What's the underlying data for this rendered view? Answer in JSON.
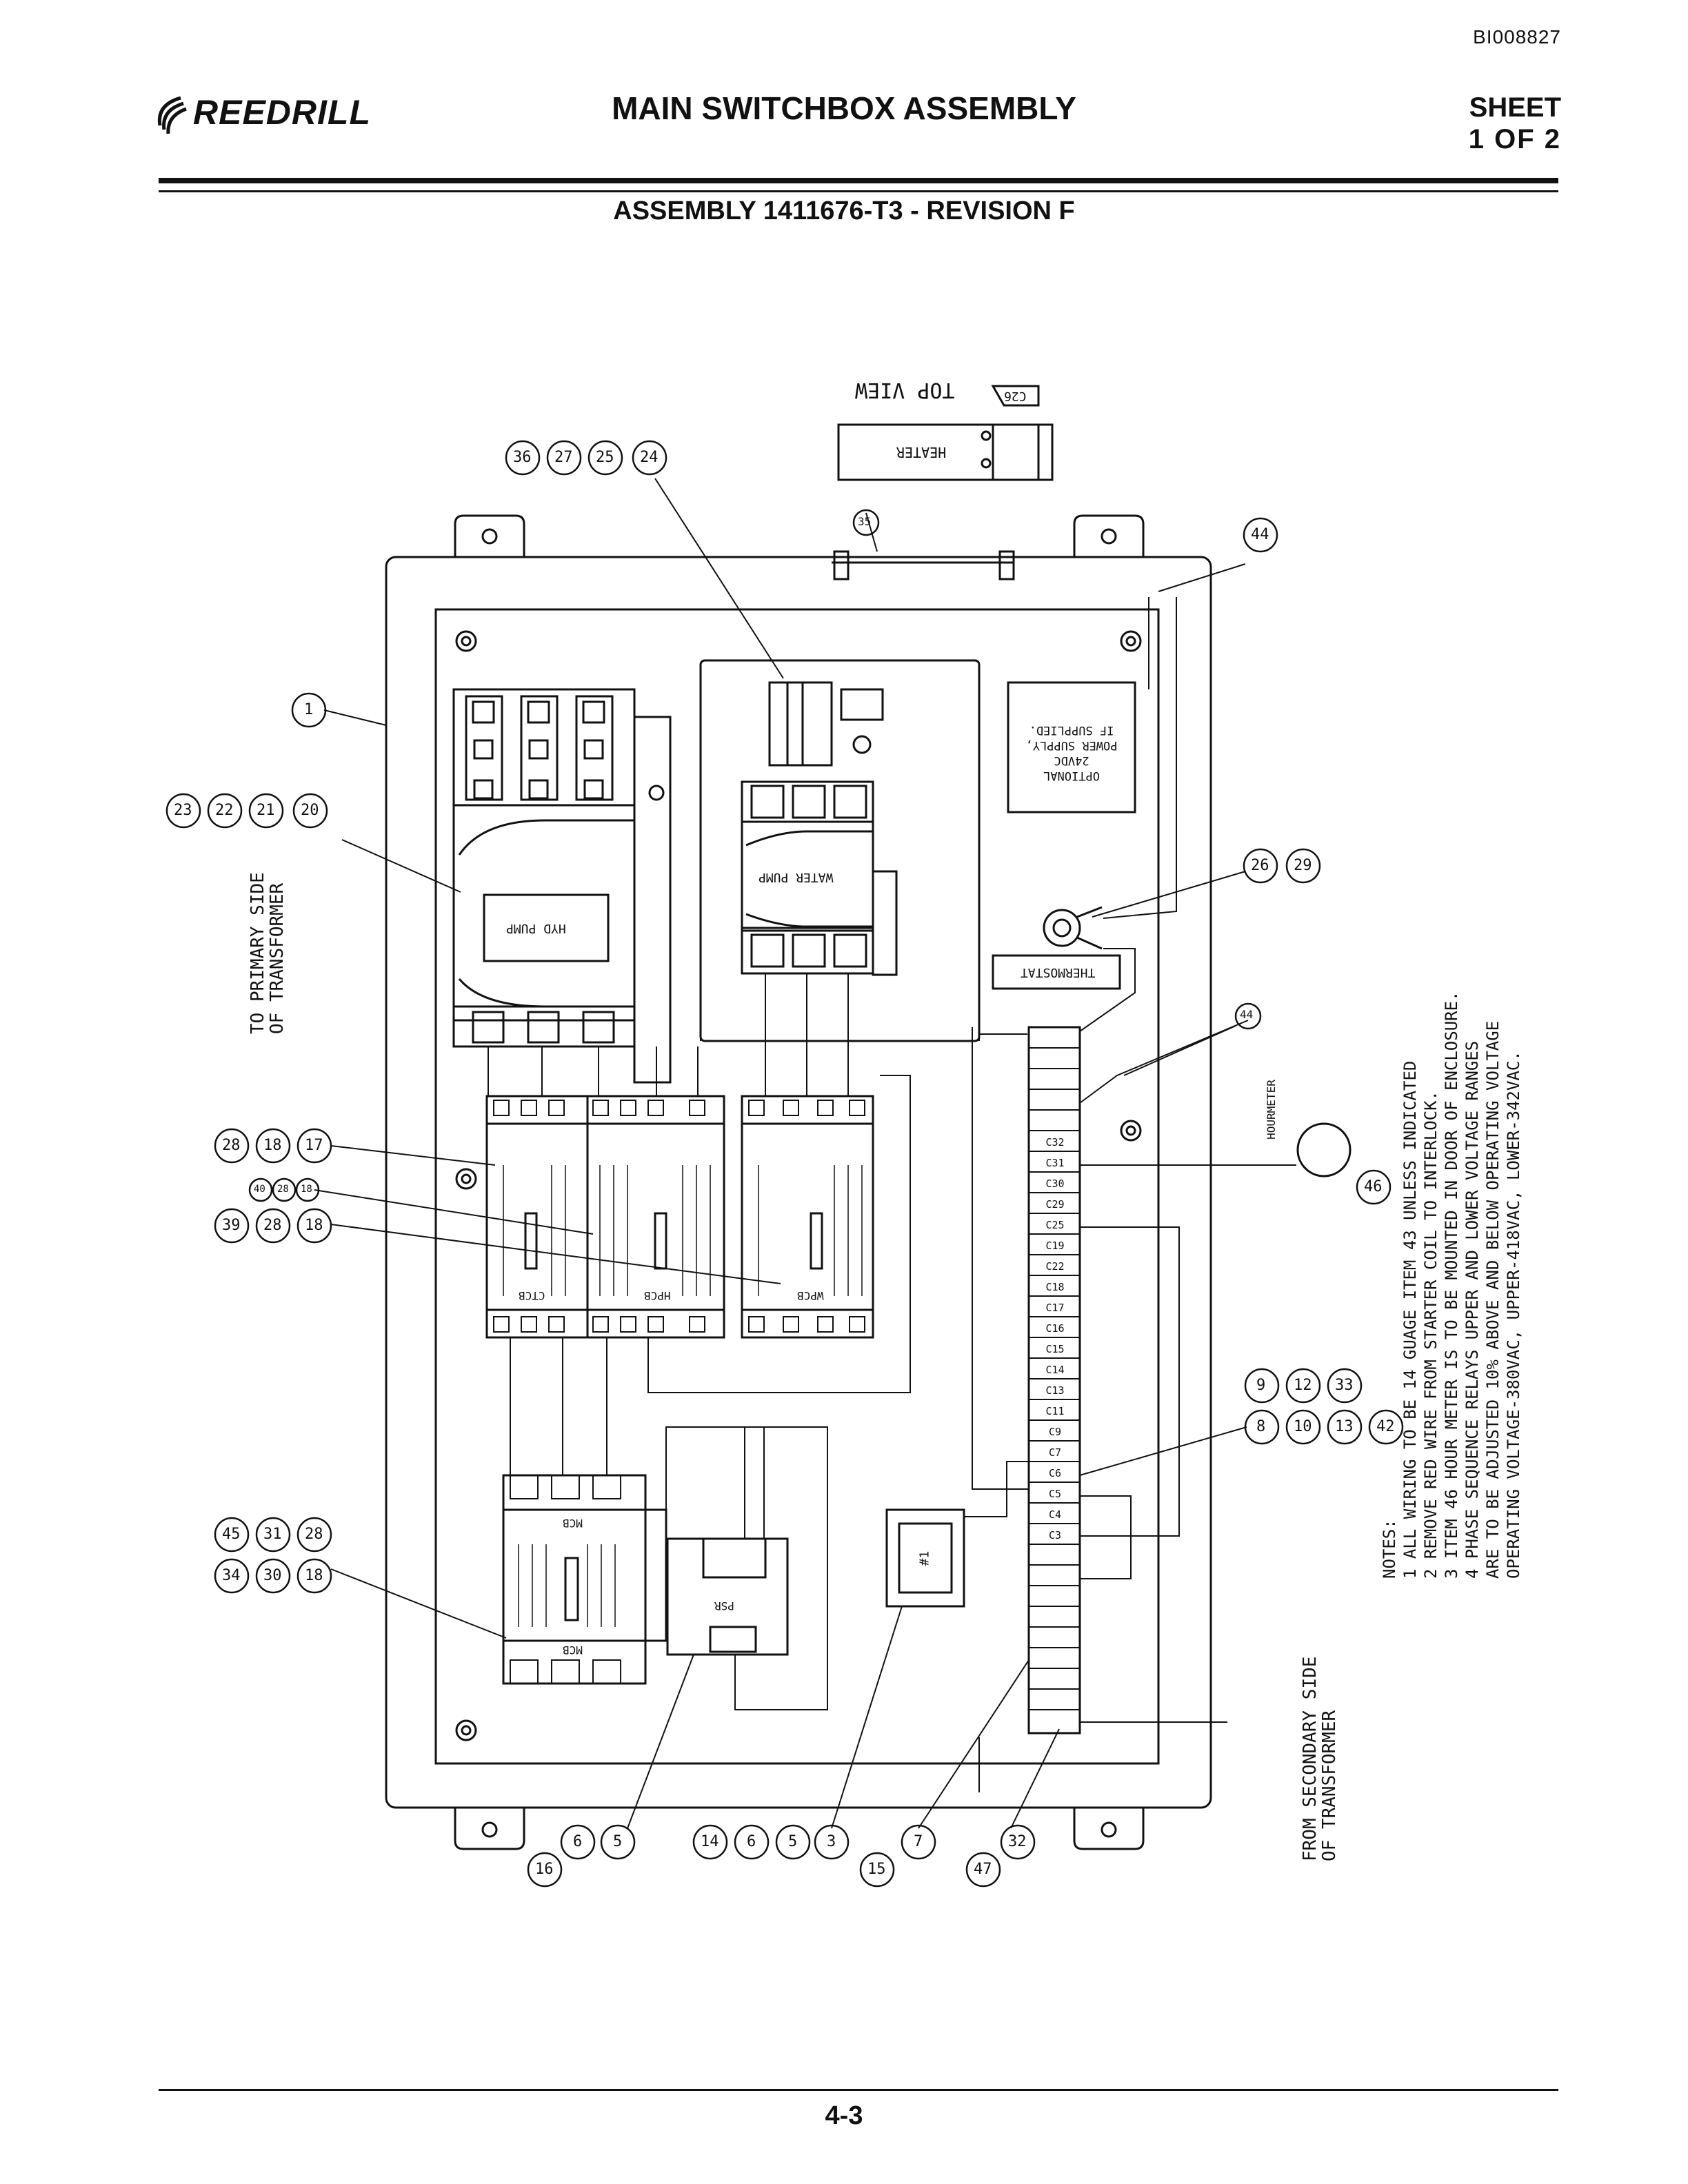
{
  "header": {
    "doc_id": "BI008827",
    "logo_text": "REEDRILL",
    "title": "MAIN SWITCHBOX ASSEMBLY",
    "sheet_label": "SHEET",
    "sheet_number": "1 OF 2",
    "subtitle": "ASSEMBLY 1411676-T3 - REVISION F"
  },
  "footer": {
    "page": "4-3"
  },
  "diagram": {
    "top_view": "TOP VIEW",
    "heater": "HEATER",
    "c26": "C26",
    "optional_supply": [
      "OPTIONAL",
      "24VDC",
      "POWER SUPPLY,",
      "IF SUPPLIED."
    ],
    "thermostat": "THERMOSTAT",
    "hourmeter": "HOURMETER",
    "hyd_pump": "HYD PUMP",
    "water_pump": "WATER PUMP",
    "breakers": [
      "CTCB",
      "HPCB",
      "WPCB"
    ],
    "mcb": "MCB",
    "psr": "PSR",
    "relay_1": "#1",
    "to_primary": [
      "TO PRIMARY SIDE",
      "OF TRANSFORMER"
    ],
    "from_secondary": [
      "FROM SECONDARY SIDE",
      "OF TRANSFORMER"
    ],
    "terminal_labels": [
      "C32",
      "C31",
      "C30",
      "C29",
      "C25",
      "C19",
      "C22",
      "C18",
      "C17",
      "C16",
      "C15",
      "C14",
      "C13",
      "C11",
      "C9",
      "C7",
      "C6",
      "C5",
      "C4",
      "C3"
    ],
    "callouts": {
      "top_group": [
        "36",
        "27",
        "25",
        "24"
      ],
      "left_group": [
        "23",
        "22",
        "21",
        "20"
      ],
      "item_1": "1",
      "item_44_top": "44",
      "item_26_29": [
        "26",
        "29"
      ],
      "item_44_mid": "44",
      "item_46": "46",
      "breaker_group_a": [
        "28",
        "18",
        "17"
      ],
      "breaker_group_b": [
        "40",
        "28",
        "18"
      ],
      "breaker_group_c": [
        "39",
        "28",
        "18"
      ],
      "mcb_group": [
        "34",
        "45",
        "30",
        "31",
        "18",
        "28"
      ],
      "terminal_group": [
        "9",
        "8",
        "12",
        "10",
        "33",
        "13",
        "42"
      ],
      "bottom_a": [
        "16",
        "6",
        "5"
      ],
      "bottom_b": [
        "14",
        "6",
        "5",
        "3"
      ],
      "bottom_c": [
        "15",
        "7"
      ],
      "bottom_d": [
        "47",
        "32"
      ],
      "item_35": "35"
    }
  },
  "notes": {
    "heading": "NOTES:",
    "items": [
      "1   ALL WIRING TO BE 14 GUAGE ITEM 43 UNLESS INDICATED",
      "2   REMOVE RED WIRE FROM STARTER COIL TO INTERLOCK.",
      "3   ITEM 46 HOUR METER IS TO BE MOUNTED IN DOOR OF ENCLOSURE.",
      "4   PHASE SEQUENCE RELAYS UPPER AND LOWER VOLTAGE RANGES",
      "    ARE TO BE ADJUSTED 10% ABOVE AND BELOW OPERATING VOLTAGE",
      "    OPERATING VOLTAGE-380VAC, UPPER-418VAC, LOWER-342VAC."
    ]
  }
}
